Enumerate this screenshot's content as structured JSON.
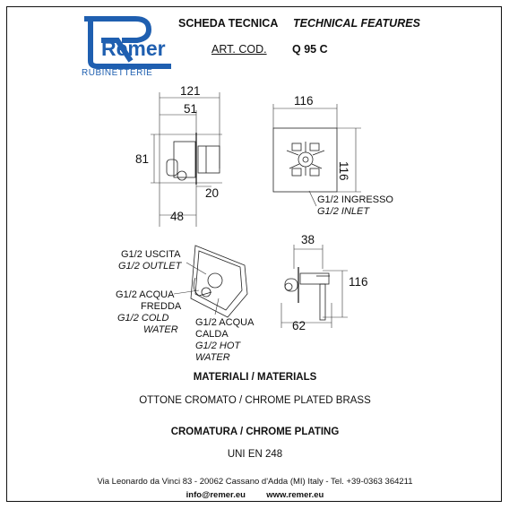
{
  "brand": {
    "logo_text": "Remer",
    "subtitle": "RUBINETTERIE",
    "colors": {
      "logo_blue": "#1f5fb0",
      "text": "#111111"
    }
  },
  "header": {
    "title_it": "SCHEDA TECNICA",
    "title_en": "TECHNICAL FEATURES",
    "code_label": "ART. COD.",
    "code_value": "Q 95 C"
  },
  "drawings": {
    "side_view": {
      "dim_top": "121",
      "dim_inner": "51",
      "dim_height": "81",
      "dim_depth": "20",
      "dim_bottom": "48"
    },
    "front_view": {
      "dim_width": "116",
      "dim_height": "116",
      "inlet_label_it": "G1/2 INGRESSO",
      "inlet_label_en": "G1/2 INLET"
    },
    "iso_view": {
      "outlet_it": "G1/2 USCITA",
      "outlet_en": "G1/2 OUTLET",
      "cold_it_1": "G1/2 ACQUA",
      "cold_it_2": "FREDDA",
      "cold_en_1": "G1/2 COLD",
      "cold_en_2": "WATER",
      "hot_it_1": "G1/2 ACQUA",
      "hot_it_2": "CALDA",
      "hot_en_1": "G1/2 HOT",
      "hot_en_2": "WATER"
    },
    "lever_view": {
      "dim_top": "38",
      "dim_height": "116",
      "dim_bottom": "62"
    }
  },
  "materials": {
    "title": "MATERIALI / MATERIALS",
    "value": "OTTONE CROMATO / CHROME PLATED BRASS"
  },
  "plating": {
    "title": "CROMATURA / CHROME PLATING",
    "value": "UNI EN 248"
  },
  "footer": {
    "address": "Via Leonardo da Vinci 83 - 20062 Cassano d'Adda (MI) Italy - Tel. +39-0363 364211",
    "email": "info@remer.eu",
    "web": "www.remer.eu"
  }
}
